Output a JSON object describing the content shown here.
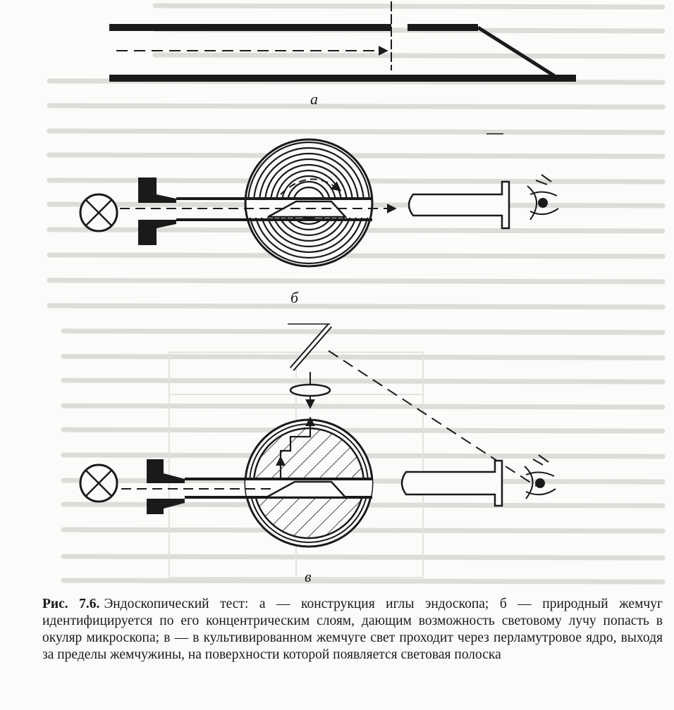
{
  "figure": {
    "labels": {
      "a": "а",
      "b": "б",
      "c": "в"
    }
  },
  "caption": {
    "label": "Рис. 7.6.",
    "text": "Эндоскопический тест: а — конструкция иглы эндоскопа; б — природный жемчуг идентифицируется по его концентрическим слоям, дающим возможность световому лучу попасть в окуляр микроскопа; в — в культивированном жемчуге свет проходит через перламутровое ядро, выходя за пределы жемчужины, на поверхности которой появляется световая полоска"
  },
  "colors": {
    "ink": "#1a1a1a",
    "paper": "#fbfbfa",
    "bleed_through": "#d9d9d6"
  }
}
